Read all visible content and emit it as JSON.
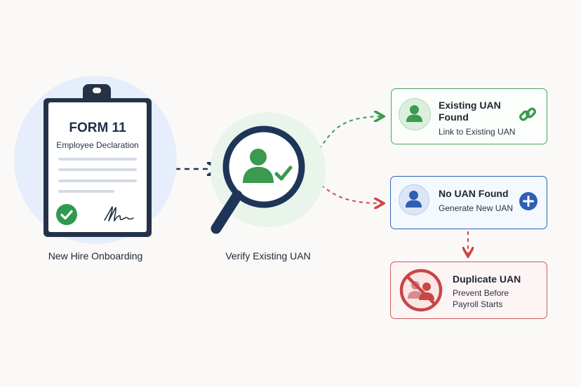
{
  "form": {
    "title": "FORM 11",
    "subtitle": "Employee Declaration",
    "caption": "New Hire Onboarding"
  },
  "verify": {
    "caption": "Verify Existing UAN"
  },
  "outcomes": {
    "existing": {
      "title_line1": "Existing UAN",
      "title_line2": "Found",
      "subtitle": "Link to Existing UAN",
      "color": "#3a9a4f"
    },
    "none": {
      "title": "No UAN Found",
      "subtitle": "Generate New UAN",
      "color": "#2f5fb3"
    },
    "duplicate": {
      "title": "Duplicate UAN",
      "subtitle_line1": "Prevent Before",
      "subtitle_line2": "Payroll Starts",
      "color": "#cc4747"
    }
  },
  "icons": [
    "clipboard-icon",
    "check-icon",
    "signature-icon",
    "magnifier-icon",
    "user-check-icon",
    "user-icon",
    "link-icon",
    "plus-icon",
    "no-users-icon"
  ]
}
